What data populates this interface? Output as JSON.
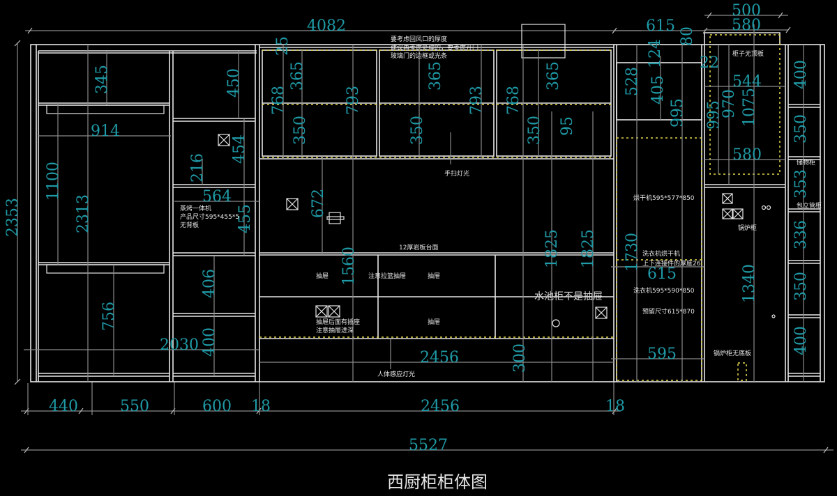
{
  "drawing": {
    "title": "西厨柜柜体图",
    "colors": {
      "background": "#000000",
      "lines": "#e6e6e6",
      "dimension_text": "#1f9aa6",
      "hidden_lines": "#e6d84a",
      "dimension_lines": "#8a8a8a"
    },
    "overall_dimensions": {
      "total_width": "5527",
      "total_height": "2353",
      "top_left_span": "4082",
      "top_right_615": "615",
      "top_right_500": "500",
      "top_right_580": "580"
    },
    "bottom_chain": [
      "440",
      "550",
      "600",
      "18",
      "2456",
      "18"
    ],
    "left_section": {
      "dims": {
        "d345": "345",
        "d914": "914",
        "d1100": "1100",
        "d2313": "2313",
        "d756": "756",
        "d2030": "2030"
      },
      "mid": {
        "d450": "450",
        "d454": "454",
        "d216": "216",
        "d564": "564",
        "d455": "455",
        "d406": "406",
        "d400": "400"
      },
      "oven_note": [
        "蒸烤一体机",
        "产品尺寸595*455*5",
        "无背板"
      ]
    },
    "center_section": {
      "top_note": [
        "要考虑回风口的厚度",
        "建议再考虑处理的，要考虑开门",
        "玻璃门的边框或光条"
      ],
      "upper_dims": {
        "d25": "25",
        "d365a": "365",
        "d365b": "365",
        "d365c": "365",
        "d768a": "768",
        "d768b": "768",
        "d793a": "793",
        "d793b": "793",
        "d350a": "350",
        "d350b": "350",
        "d350c": "350",
        "d95": "95"
      },
      "lower_dims": {
        "d672": "672",
        "d1560": "1560",
        "d1825a": "1825",
        "d1825b": "1825",
        "d2456": "2456",
        "d300": "300"
      },
      "notes": {
        "hand_sweep_light": "手扫灯光",
        "countertop": "12厚岩板台面",
        "drawer_1": "抽屉",
        "drawer_note_basket": "注意拉篮抽屉",
        "drawer_2": "抽屉",
        "drawer_socket_note_1": "抽屉后面有插座",
        "drawer_socket_note_2": "注意抽屉进深",
        "drawer_3": "抽屉",
        "sink_note": "水池柜不是抽屉",
        "sensor_light": "人体感应灯光"
      }
    },
    "right_section": {
      "dims": {
        "d124": "124",
        "d80": "80",
        "d528": "528",
        "d405": "405",
        "d995a": "995",
        "d995b": "995",
        "d970": "970",
        "d22": "22",
        "d544": "544",
        "d1075": "1075",
        "d580": "580",
        "d1730": "1730",
        "d615": "615",
        "d595": "595",
        "d1340": "1340"
      },
      "notes": {
        "no_top_panel": "柜子无顶板",
        "dryer": "烘干机595*577*850",
        "stack_1": "洗衣机烘干机",
        "stack_2": "上下连接件的厚度26",
        "washer": "洗衣机595*590*850",
        "reserve": "预留尺寸615*870",
        "boiler": "锅炉柜",
        "boiler_no_bottom": "锅炉柜无底板"
      }
    },
    "far_right_column": {
      "dims": [
        "400",
        "350",
        "353",
        "336",
        "350",
        "400"
      ],
      "notes": {
        "meter_cabinet": "储物柜",
        "pipe_cover": "包立管柜"
      }
    }
  }
}
